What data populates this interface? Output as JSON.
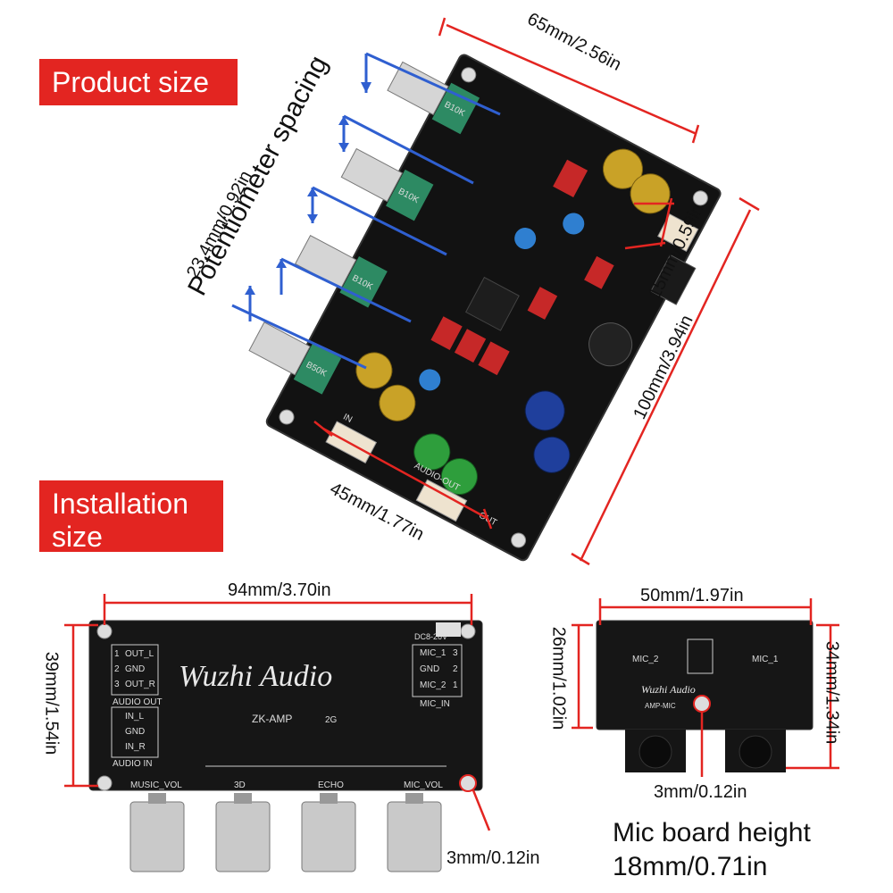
{
  "badges": {
    "product_size": "Product size",
    "installation_size": "Installation size"
  },
  "top_board": {
    "pot_spacing_label": "Potentiometer spacing",
    "pot_spacing_value": "23.4mm/0.92in",
    "width": "65mm/2.56in",
    "length": "100mm/3.94in",
    "jack_spacing": "15mm/0.59in",
    "bottom_width": "45mm/1.77in",
    "pot_labels": [
      "B10K",
      "B10K",
      "B10K",
      "B50K"
    ],
    "connector_labels": [
      "IN",
      "AUDIO-OUT",
      "OUT"
    ]
  },
  "bottom_left": {
    "width": "94mm/3.70in",
    "height": "39mm/1.54in",
    "hole": "3mm/0.12in",
    "brand": "Wuzhi Audio",
    "model": "ZK-AMP",
    "version": "2G",
    "power": "DC8-26V",
    "out_pins": [
      "1",
      "2",
      "3"
    ],
    "out_names": [
      "OUT_L",
      "GND",
      "OUT_R"
    ],
    "audio_out": "AUDIO OUT",
    "in_names": [
      "IN_L",
      "GND",
      "IN_R"
    ],
    "audio_in": "AUDIO IN",
    "mic_names": [
      "MIC_1",
      "GND",
      "MIC_2"
    ],
    "mic_pins": [
      "3",
      "2",
      "1"
    ],
    "mic_in": "MIC_IN",
    "knobs": [
      "MUSIC_VOL",
      "3D",
      "ECHO",
      "MIC_VOL"
    ]
  },
  "bottom_right": {
    "width": "50mm/1.97in",
    "height_left": "26mm/1.02in",
    "height_right": "34mm/1.34in",
    "hole": "3mm/0.12in",
    "mic2": "MIC_2",
    "mic1": "MIC_1",
    "brand": "Wuzhi Audio",
    "model": "AMP-MIC",
    "board_height_title": "Mic board height",
    "board_height_value": "18mm/0.71in"
  }
}
